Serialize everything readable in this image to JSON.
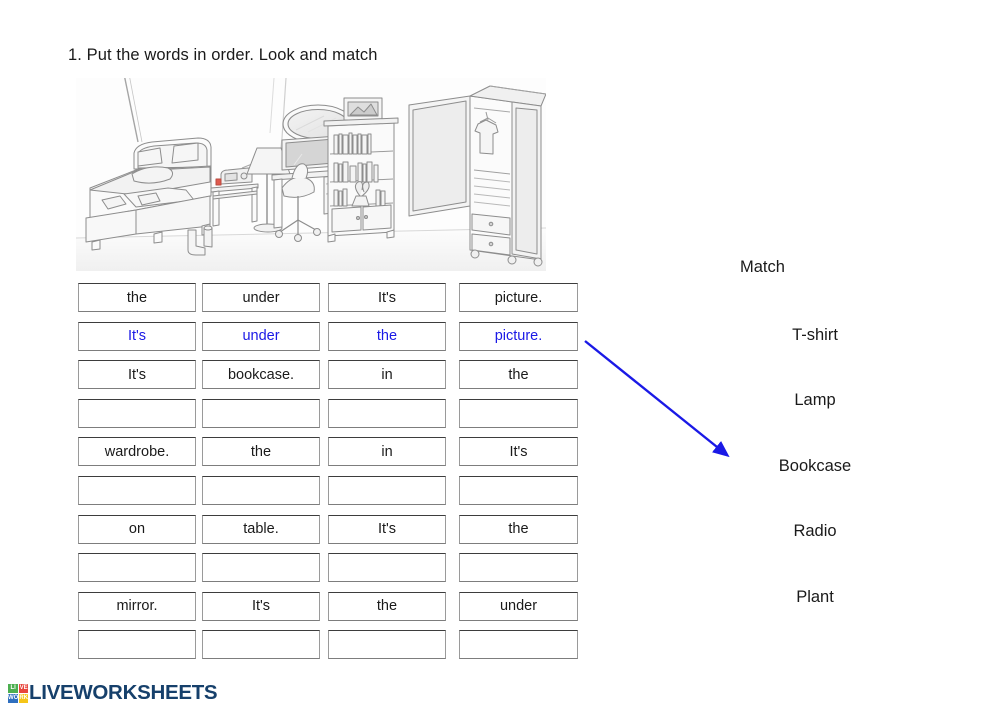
{
  "worksheet": {
    "title": "1. Put the words in order. Look and match"
  },
  "illustration": {
    "alt_name": "bedroom-sketch",
    "objects": [
      "bed",
      "pillow",
      "nightstand",
      "radio",
      "lamp",
      "mirror",
      "desk",
      "computer",
      "chair",
      "bookcase",
      "picture",
      "wardrobe",
      "t-shirt",
      "plant",
      "boots"
    ]
  },
  "word_grid": {
    "rows": [
      {
        "cells": [
          "the",
          "under",
          "It's",
          "picture."
        ],
        "filled": false
      },
      {
        "cells": [
          "It's",
          "under",
          "the",
          "picture."
        ],
        "filled": true
      },
      {
        "cells": [
          "It's",
          "bookcase.",
          "in",
          "the"
        ],
        "filled": false
      },
      {
        "cells": [
          "",
          "",
          "",
          ""
        ],
        "filled": false
      },
      {
        "cells": [
          "wardrobe.",
          "the",
          "in",
          "It's"
        ],
        "filled": false
      },
      {
        "cells": [
          "",
          "",
          "",
          ""
        ],
        "filled": false
      },
      {
        "cells": [
          "on",
          "table.",
          "It's",
          "the"
        ],
        "filled": false
      },
      {
        "cells": [
          "",
          "",
          "",
          ""
        ],
        "filled": false
      },
      {
        "cells": [
          "mirror.",
          "It's",
          "the",
          "under"
        ],
        "filled": false
      },
      {
        "cells": [
          "",
          "",
          "",
          ""
        ],
        "filled": false
      }
    ]
  },
  "match": {
    "heading": "Match",
    "items": [
      "T-shirt",
      "Lamp",
      "Bookcase",
      "Radio",
      "Plant"
    ],
    "arrow": {
      "from_row_label": "picture.",
      "to_item_label": "Bookcase",
      "color": "#1a19e6"
    }
  },
  "footer": {
    "logo_text": "LIVEWORKSHEETS",
    "logo_squares": [
      "LI",
      "VE",
      "WO",
      "RK"
    ],
    "logo_color": "#16406b"
  },
  "colors": {
    "answer_blue": "#1a19e6",
    "box_border": "#9a9a9a",
    "text": "#1a1a1a"
  }
}
